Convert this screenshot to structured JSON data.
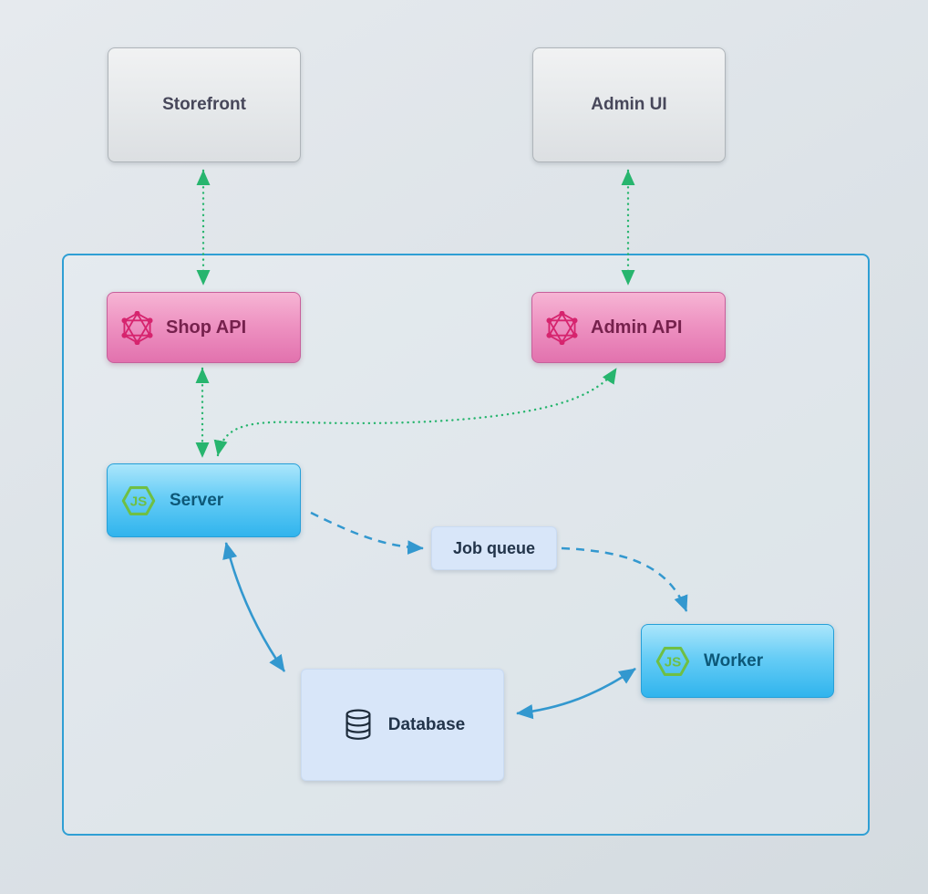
{
  "colors": {
    "background": "#dde3e8",
    "boundary_border": "#2f9fd4",
    "green_arrow": "#27b56e",
    "blue_arrow": "#3398cf",
    "pink_node": "#ee93c2",
    "cyan_node": "#45c0f0",
    "light_node": "#d8e6f9",
    "gray_node": "#e5e8ea",
    "graphql_pink": "#d6246e",
    "nodejs_green": "#6fbf44",
    "database_icon": "#1d2b3a"
  },
  "nodes": {
    "storefront": {
      "label": "Storefront"
    },
    "admin_ui": {
      "label": "Admin UI"
    },
    "shop_api": {
      "label": "Shop API",
      "icon": "graphql-icon"
    },
    "admin_api": {
      "label": "Admin API",
      "icon": "graphql-icon"
    },
    "server": {
      "label": "Server",
      "icon": "nodejs-icon"
    },
    "job_queue": {
      "label": "Job queue"
    },
    "worker": {
      "label": "Worker",
      "icon": "nodejs-icon"
    },
    "database": {
      "label": "Database",
      "icon": "database-icon"
    }
  },
  "icons": {
    "nodejs": {
      "text": "JS"
    }
  },
  "edges": [
    {
      "from": "Storefront",
      "to": "Shop API",
      "style": "dotted",
      "color": "green",
      "direction": "bidirectional"
    },
    {
      "from": "Admin UI",
      "to": "Admin API",
      "style": "dotted",
      "color": "green",
      "direction": "bidirectional"
    },
    {
      "from": "Shop API",
      "to": "Server",
      "style": "dotted",
      "color": "green",
      "direction": "bidirectional"
    },
    {
      "from": "Server",
      "to": "Admin API",
      "style": "dotted",
      "color": "green",
      "direction": "bidirectional"
    },
    {
      "from": "Server",
      "to": "Job queue",
      "style": "dashed",
      "color": "blue",
      "direction": "forward"
    },
    {
      "from": "Job queue",
      "to": "Worker",
      "style": "dashed",
      "color": "blue",
      "direction": "forward"
    },
    {
      "from": "Server",
      "to": "Database",
      "style": "solid",
      "color": "blue",
      "direction": "bidirectional"
    },
    {
      "from": "Worker",
      "to": "Database",
      "style": "solid",
      "color": "blue",
      "direction": "bidirectional"
    }
  ]
}
